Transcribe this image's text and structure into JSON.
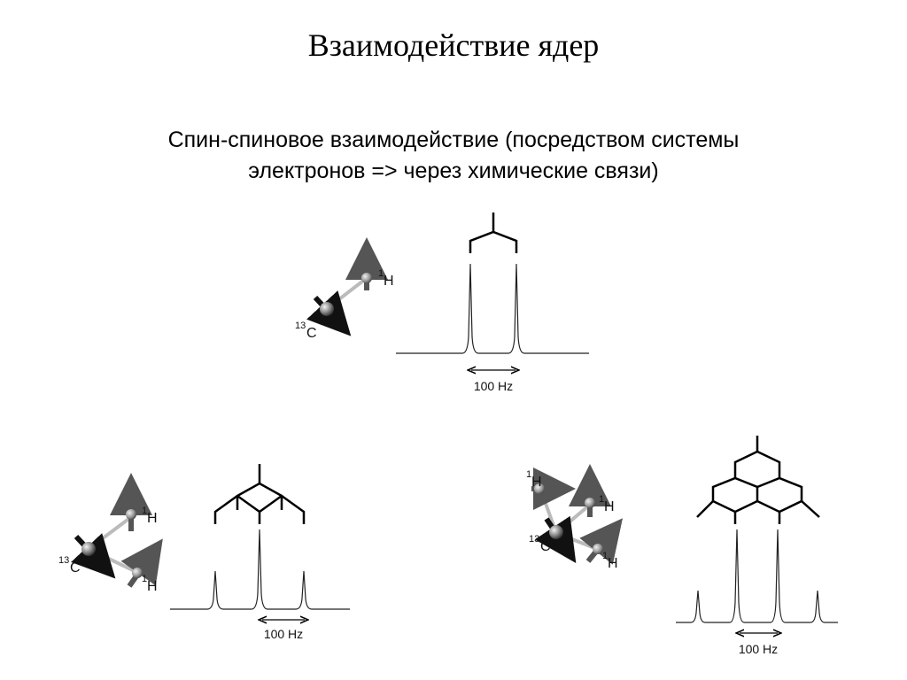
{
  "slide": {
    "title": "Взаимодействие ядер",
    "subtitle_line1": "Спин-спиновое взаимодействие (посредством системы",
    "subtitle_line2": "электронов => через химические связи)"
  },
  "scale_label": "100 Hz",
  "atoms": {
    "h_mass": "1",
    "h_symbol": "H",
    "c_mass": "13",
    "c_symbol": "C"
  },
  "multiplets": [
    {
      "name": "doublet",
      "intensities": [
        1,
        1
      ]
    },
    {
      "name": "triplet",
      "intensities": [
        1,
        2,
        1
      ]
    },
    {
      "name": "quartet",
      "intensities": [
        1,
        3,
        3,
        1
      ]
    }
  ]
}
